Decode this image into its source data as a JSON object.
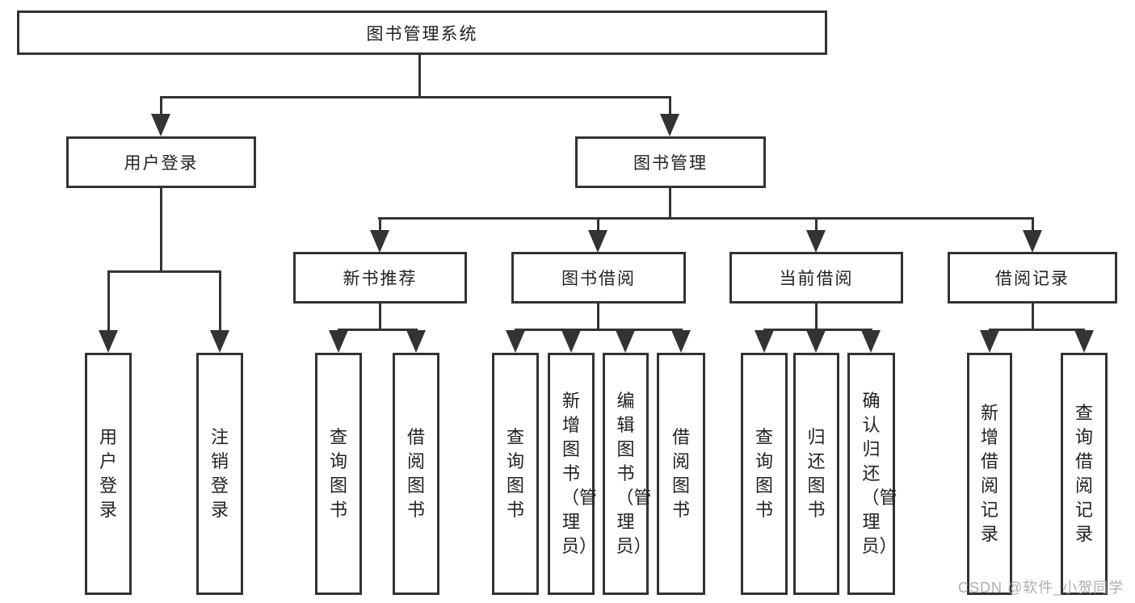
{
  "nodes": {
    "root": {
      "label": "图书管理系统"
    },
    "userLogin": {
      "label": "用户登录"
    },
    "bookMgmt": {
      "label": "图书管理"
    },
    "newBooks": {
      "label": "新书推荐"
    },
    "bookBorrow": {
      "label": "图书借阅"
    },
    "currentBorrow": {
      "label": "当前借阅"
    },
    "borrowRecords": {
      "label": "借阅记录"
    }
  },
  "leaves": {
    "userLogin": [
      "用户登录",
      "注销登录"
    ],
    "newBooks": [
      "查询图书",
      "借阅图书"
    ],
    "bookBorrow": [
      "查询图书",
      "新增图书（管理员）",
      "编辑图书（管理员）",
      "借阅图书"
    ],
    "currentBorrow": [
      "查询图书",
      "归还图书",
      "确认归还（管理员）"
    ],
    "borrowRecords": [
      "新增借阅记录",
      "查询借阅记录"
    ]
  },
  "watermark": "CSDN @软件_小贺同学",
  "colors": {
    "line": "#333333",
    "text": "#222222",
    "watermark": "#a6a6a6",
    "background": "#ffffff"
  }
}
